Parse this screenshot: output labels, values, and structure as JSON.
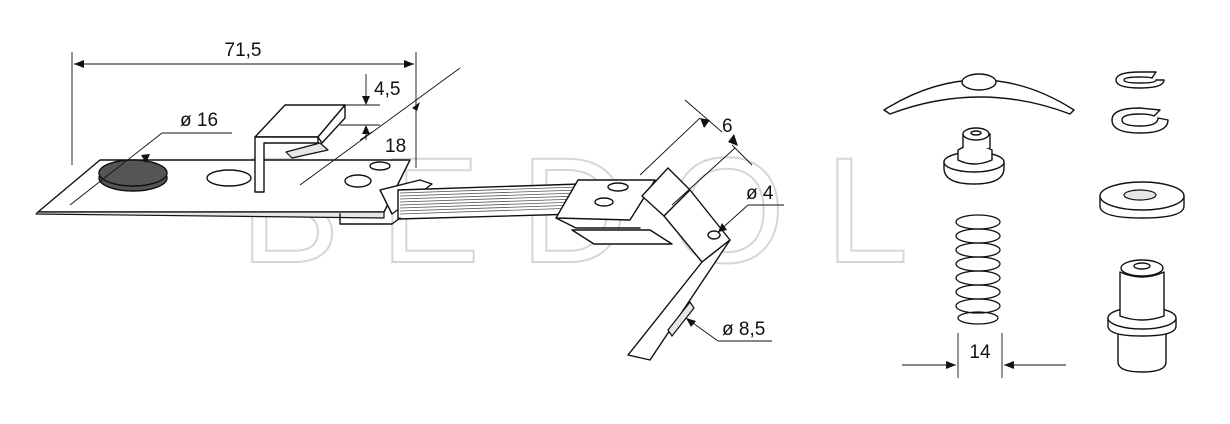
{
  "watermark": "BEDOL",
  "dimensions": {
    "length": "71,5",
    "diameter_contact": "ø 16",
    "height": "4,5",
    "width": "18",
    "thickness": "6",
    "hole_small": "ø 4",
    "hole_large": "ø 8,5",
    "spring_diameter": "14"
  },
  "colors": {
    "line": "#111111",
    "contact": "#555555",
    "watermark": "#d6d6d6"
  }
}
